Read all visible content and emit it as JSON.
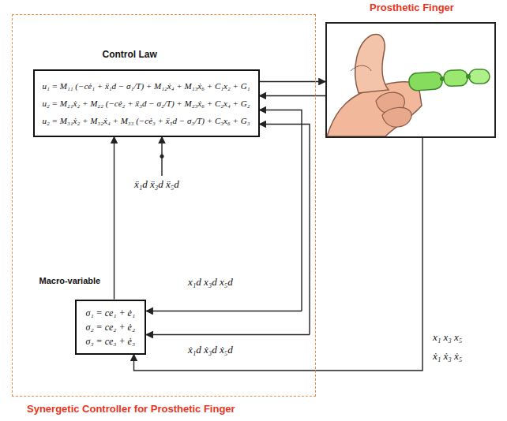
{
  "diagram": {
    "nodes": [
      {
        "text": [
          "Synergetic Controller for Prosthetic Finger"
        ]
      },
      {
        "text": [
          "Control Law",
          "u₁ = M₁₁ (−cė₁ + ẍ₁d − σ₁/T) + M₁₂ẋ₄ + M₁₃ẋ₆ + C₁x₂ + G₁",
          "u₂ = M₂₁ẋ₂ + M₂₂ (−cė₂ + ẍ₃d − σ₂/T) + M₂₃ẋ₆ + C₂x₄ + G₂",
          "u₂ = M₃₁ẋ₂ + M₃₂ẋ₄ + M₃₃ (−cė₃ + ẍ₅d − σ₃/T) + C₃x₆ + G₃"
        ],
        "in": 0
      },
      {
        "text": [
          "Macro-variable",
          "σ₁ = ce₁ + ė₁",
          "σ₂ = ce₂ + ė₂",
          "σ₃ = ce₃ + ė₃"
        ],
        "in": 0
      },
      {
        "text": [
          "Prosthetic Finger"
        ]
      }
    ],
    "edges": [
      {
        "from": 1,
        "to": 3,
        "arrow": "to"
      },
      {
        "from": 3,
        "to": 1,
        "arrow": "to"
      },
      {
        "from": 2,
        "to": 1,
        "arrow": "to"
      },
      {
        "from": 3,
        "to": 2,
        "arrow": "to"
      }
    ],
    "labels": [
      "ẍ₁d ẍ₃d ẍ₅d",
      "x₁d x₃d x₅d",
      "ẋ₁d ẋ₃d ẋ₅d",
      "x₁ x₃ x₅",
      "ẋ₁ ẋ₃ ẋ₅"
    ]
  }
}
